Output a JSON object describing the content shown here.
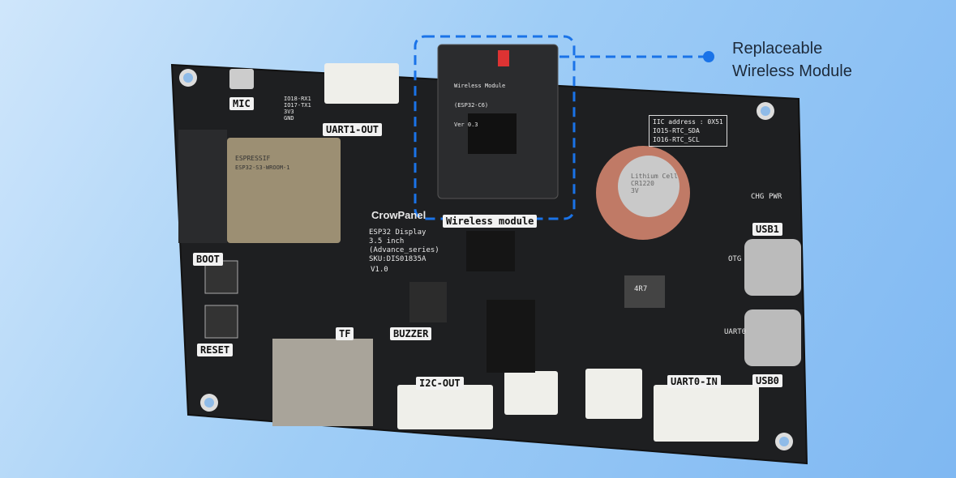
{
  "callout": {
    "line1": "Replaceable",
    "line2": "Wireless Module",
    "accent": "#1a73e8"
  },
  "board": {
    "labels": {
      "mic": "MIC",
      "uart1": "UART1-OUT",
      "boot": "BOOT",
      "reset": "RESET",
      "tf": "TF",
      "buzzer": "BUZZER",
      "i2c": "I2C-OUT",
      "uart0in": "UART0-IN",
      "usb1": "USB1",
      "usb0": "USB0",
      "wireless": "Wireless module"
    },
    "silk": {
      "brand": "CrowPanel",
      "info": "ESP32 Display\n3.5 inch\n(Advance_series)\nSKU:DIS01835A",
      "version": "V1.0",
      "uart_pins": "IO18-RX1\nIO17-TX1\n3V3\nGND",
      "otg": "OTG",
      "uart0": "UART0",
      "chg": "CHG",
      "pwr": "PWR",
      "inductor": "4R7"
    },
    "iic_box": [
      "IIC address : 0X51",
      "IO15-RTC_SDA",
      "IO16-RTC_SCL"
    ],
    "module": {
      "title": "Wireless Module",
      "chip": "(ESP32-C6)",
      "ver": "Ver 0.3"
    },
    "esp": {
      "brand": "ESPRESSIF",
      "model": "ESP32-S3-WROOM-1"
    },
    "battery": {
      "text": "Lithium Cell\nCR1220\n3V"
    }
  }
}
